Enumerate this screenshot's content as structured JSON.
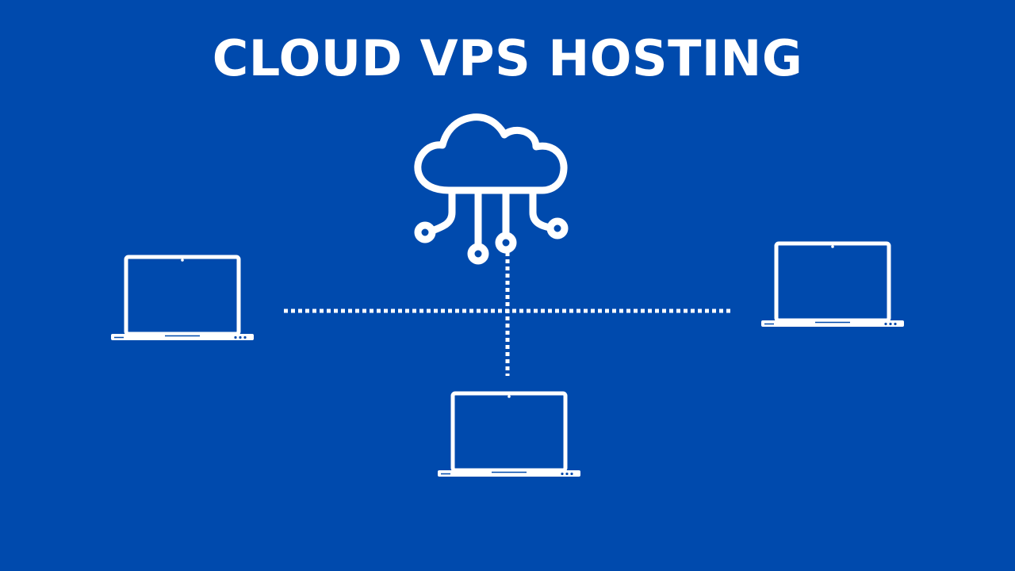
{
  "title": "CLOUD VPS HOSTING",
  "colors": {
    "background": "#004aad",
    "foreground": "#ffffff"
  },
  "icons": {
    "cloud": "cloud-network-icon",
    "laptop": "laptop-icon"
  },
  "nodes": [
    {
      "id": "cloud",
      "icon": "cloud-network-icon"
    },
    {
      "id": "laptop-left",
      "icon": "laptop-icon"
    },
    {
      "id": "laptop-right",
      "icon": "laptop-icon"
    },
    {
      "id": "laptop-bottom",
      "icon": "laptop-icon"
    }
  ],
  "connections": [
    {
      "from": "laptop-left",
      "to": "laptop-right",
      "style": "dotted"
    },
    {
      "from": "cloud",
      "to": "laptop-bottom",
      "style": "dotted"
    }
  ]
}
